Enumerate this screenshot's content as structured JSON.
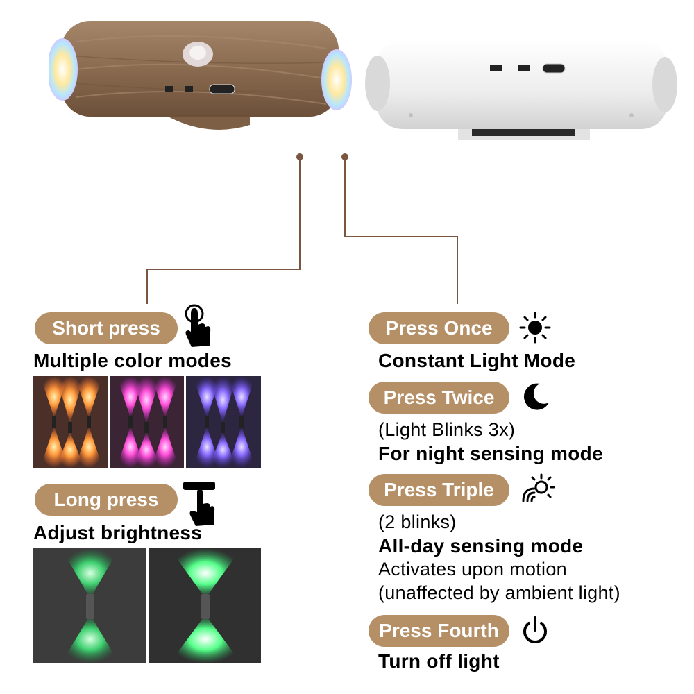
{
  "left": {
    "short": {
      "pill": "Short press",
      "title": "Multiple color modes"
    },
    "long": {
      "pill": "Long press",
      "title": "Adjust brightness"
    }
  },
  "right": {
    "once": {
      "pill": "Press Once",
      "title": "Constant Light Mode"
    },
    "twice": {
      "pill": "Press Twice",
      "note": "(Light Blinks 3x)",
      "title": "For night sensing mode"
    },
    "triple": {
      "pill": "Press Triple",
      "note": "(2 blinks)",
      "title": "All-day sensing mode",
      "desc1": "Activates upon motion",
      "desc2": "(unaffected by ambient light)"
    },
    "fourth": {
      "pill": "Press Fourth",
      "title": "Turn off light"
    }
  },
  "colors": {
    "accent": "#b58f66",
    "connector": "#7a5540"
  },
  "icons": [
    "tap-hand-icon",
    "press-hold-hand-icon",
    "sun-icon",
    "moon-icon",
    "motion-sun-icon",
    "power-icon"
  ]
}
